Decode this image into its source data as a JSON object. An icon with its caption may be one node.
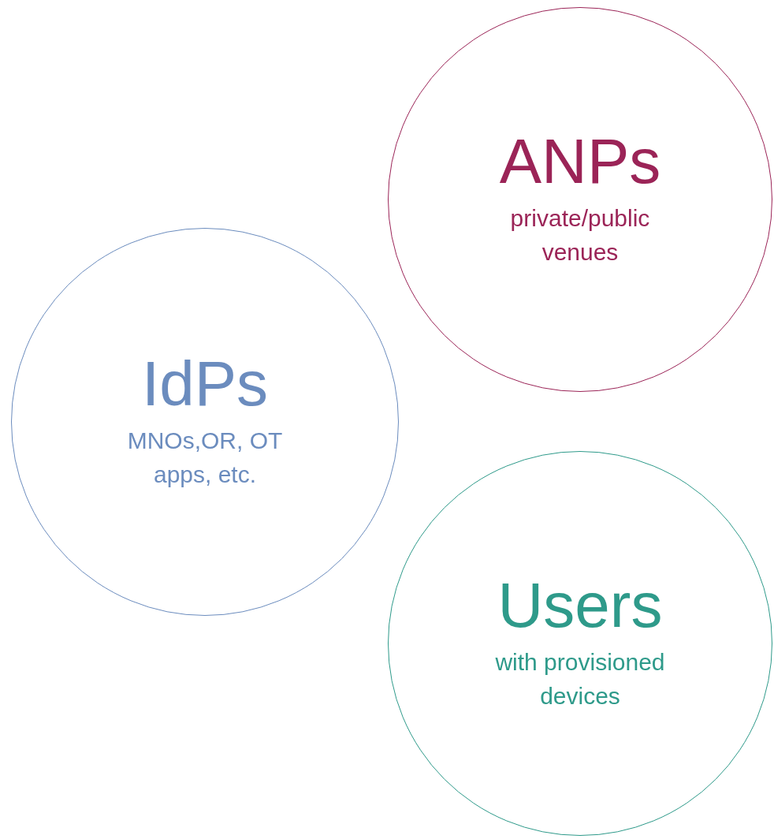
{
  "diagram": {
    "nodes": [
      {
        "text": [
          "ANPs",
          "private/public venues"
        ]
      },
      {
        "text": [
          "IdPs",
          "MNOs,OR, OT apps, etc."
        ]
      },
      {
        "text": [
          "Users",
          "with provisioned devices"
        ]
      }
    ]
  }
}
